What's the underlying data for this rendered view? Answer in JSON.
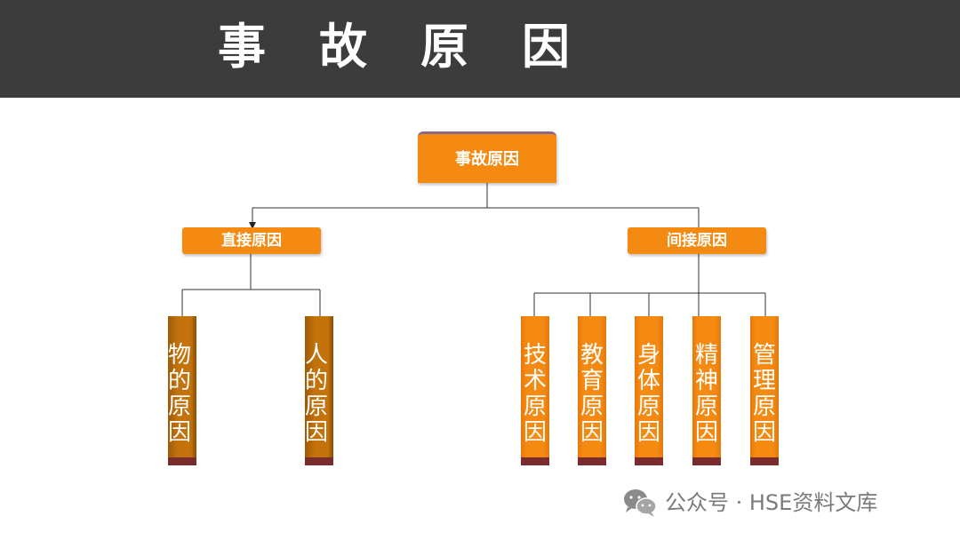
{
  "header": {
    "title": "事故原因"
  },
  "diagram": {
    "root": "事故原因",
    "branches": [
      {
        "label": "直接原因",
        "children": [
          "物的原因",
          "人的原因"
        ]
      },
      {
        "label": "间接原因",
        "children": [
          "技术原因",
          "教育原因",
          "身体原因",
          "精神原因",
          "管理原因"
        ]
      }
    ]
  },
  "watermark": {
    "text": "公众号 · HSE资料文库",
    "icon": "wechat-icon"
  },
  "colors": {
    "header_bg": "#3c3c3c",
    "box": "#f58a12",
    "box_dark": "#c4730c",
    "foot": "#7a2c2c"
  }
}
